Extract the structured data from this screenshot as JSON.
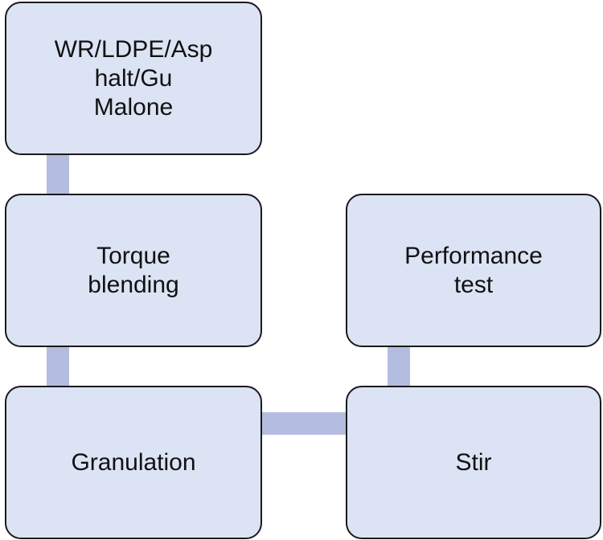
{
  "diagram": {
    "nodes": [
      {
        "id": "n1",
        "label": "WR/LDPE/Asp\nhalt/Gu\nMalone"
      },
      {
        "id": "n2",
        "label": "Torque\nblending"
      },
      {
        "id": "n3",
        "label": "Granulation"
      },
      {
        "id": "n4",
        "label": "Performance\ntest"
      },
      {
        "id": "n5",
        "label": "Stir"
      }
    ],
    "edges": [
      {
        "from": "n1",
        "to": "n2"
      },
      {
        "from": "n2",
        "to": "n3"
      },
      {
        "from": "n3",
        "to": "n5"
      },
      {
        "from": "n5",
        "to": "n4"
      }
    ],
    "colors": {
      "node_fill": "#dce3f4",
      "node_border": "#1a1a1a",
      "connector": "#b4bddf",
      "text": "#111111"
    }
  }
}
